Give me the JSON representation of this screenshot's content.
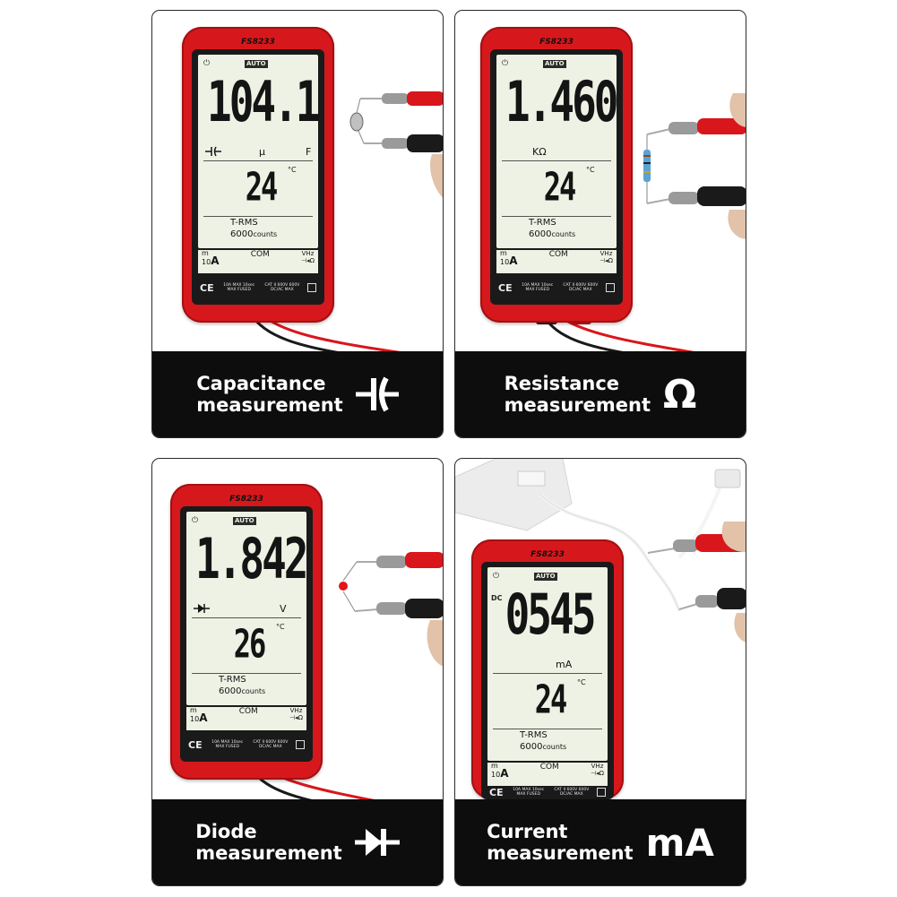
{
  "meter": {
    "model": "FS8233",
    "auto_label": "AUTO",
    "trms_label": "T-RMS",
    "counts_prefix": "6000",
    "counts_suffix": "counts",
    "port_ma_top": "m",
    "port_ma_bottom": "10",
    "port_ma_unit": "A",
    "port_com": "COM",
    "port_v_top": "VHz",
    "port_v_bottom": "⊣◂Ω",
    "spec_left": "10A MAX 10sec MAX FUSED",
    "spec_right": "CAT II 600V 600V DC/AC MAX",
    "ce_mark": "CE",
    "temp_unit": "°C",
    "dc_label": "DC"
  },
  "panels": [
    {
      "caption_line1": "Capacitance",
      "caption_line2": "measurement",
      "icon": "capacitor-icon",
      "display_main": "104.1",
      "display_unit_left": "μ",
      "display_unit_right": "F",
      "temp": "24"
    },
    {
      "caption_line1": "Resistance",
      "caption_line2": "measurement",
      "icon": "ohm-icon",
      "symbol": "Ω",
      "display_main": "1.460",
      "display_unit_left": "KΩ",
      "temp": "24"
    },
    {
      "caption_line1": "Diode",
      "caption_line2": "measurement",
      "icon": "diode-icon",
      "display_main": "1.842",
      "display_unit_right": "V",
      "temp": "26"
    },
    {
      "caption_line1": "Current",
      "caption_line2": "measurement",
      "icon": "milliamp-text-icon",
      "symbol": "mA",
      "display_main": "0545",
      "display_unit_right": "mA",
      "temp": "24"
    }
  ],
  "colors": {
    "meter_red": "#d6181c",
    "lcd_background": "#eef2e4",
    "caption_background": "#0d0d0d",
    "caption_text": "#ffffff",
    "probe_red": "#d8161c",
    "probe_black": "#1a1a1a"
  }
}
